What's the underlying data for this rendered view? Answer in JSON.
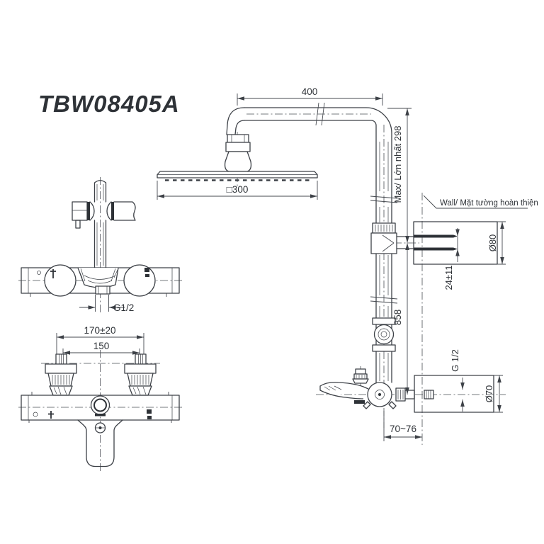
{
  "title": "TBW08405A",
  "colors": {
    "line": "#3d4147",
    "text": "#2e3237",
    "background": "#ffffff"
  },
  "views": {
    "main_assembly": {
      "dim_arm_reach": "400",
      "dim_head_size": "□300",
      "dim_max_top_section": "Max/ Lớn nhất 298",
      "dim_column_height": "858",
      "wall_label": "Wall/ Mặt tường hoàn thiện",
      "dim_upper_escutcheon_diameter": "Ø80",
      "dim_outlet_pin_offset": "24±11",
      "dim_spout_thread": "G 1/2",
      "dim_lower_escutcheon_diameter": "Ø70",
      "dim_wall_to_pipe_center": "70~76"
    },
    "mixer_side_view": {
      "dim_bottom_inlet_thread": "G1/2"
    },
    "mixer_front_view": {
      "dim_inlet_center_distance": "170±20",
      "dim_inlet_center_nominal": "150"
    }
  }
}
